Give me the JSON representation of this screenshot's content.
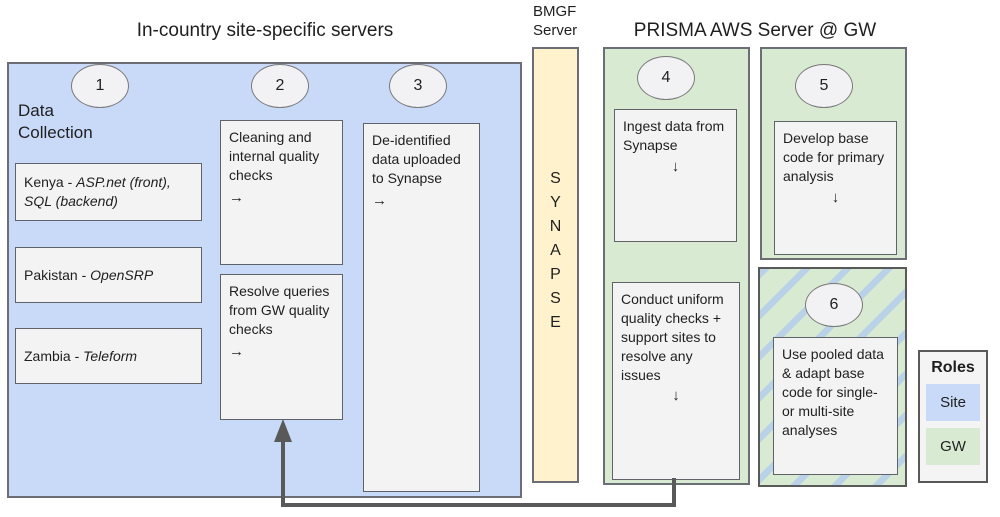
{
  "titles": {
    "site": "In-country site-specific servers",
    "bmgf_line1": "BMGF",
    "bmgf_line2": "Server",
    "aws": "PRISMA AWS Server @ GW"
  },
  "steps": {
    "n1": "1",
    "n2": "2",
    "n3": "3",
    "n4": "4",
    "n5": "5",
    "n6": "6"
  },
  "site_servers": {
    "data_collection": "Data Collection",
    "countries": [
      {
        "prefix": "Kenya - ",
        "system": "ASP.net (front), SQL (backend)"
      },
      {
        "prefix": "Pakistan - ",
        "system": "OpenSRP"
      },
      {
        "prefix": "Zambia - ",
        "system": "Teleform"
      }
    ],
    "cleaning": {
      "text": "Cleaning and internal quality checks",
      "arrow": "→"
    },
    "resolve": {
      "text": "Resolve queries from GW quality checks",
      "arrow": "→"
    },
    "deidentified": {
      "text": "De-identified data uploaded to Synapse",
      "arrow": "→"
    }
  },
  "bmgf": {
    "synapse": "SYNAPSE"
  },
  "aws": {
    "ingest": {
      "text": "Ingest data from Synapse",
      "arrow": "↓"
    },
    "conduct": {
      "text": "Conduct uniform quality checks + support sites to resolve any issues",
      "arrow": "↓"
    },
    "develop": {
      "text": "Develop base code for primary analysis",
      "arrow": "↓"
    },
    "pooled": {
      "text": "Use pooled data & adapt base code for single- or multi-site analyses"
    }
  },
  "legend": {
    "title": "Roles",
    "items": [
      {
        "label": "Site",
        "color": "#c9daf8"
      },
      {
        "label": "GW",
        "color": "#d9ead3"
      }
    ]
  },
  "colors": {
    "site_fill": "#c9daf8",
    "gw_fill": "#d9ead3",
    "synapse_fill": "#fff2cc",
    "inner_box_fill": "#f3f3f3",
    "border": "#595959",
    "connector": "#595959"
  }
}
